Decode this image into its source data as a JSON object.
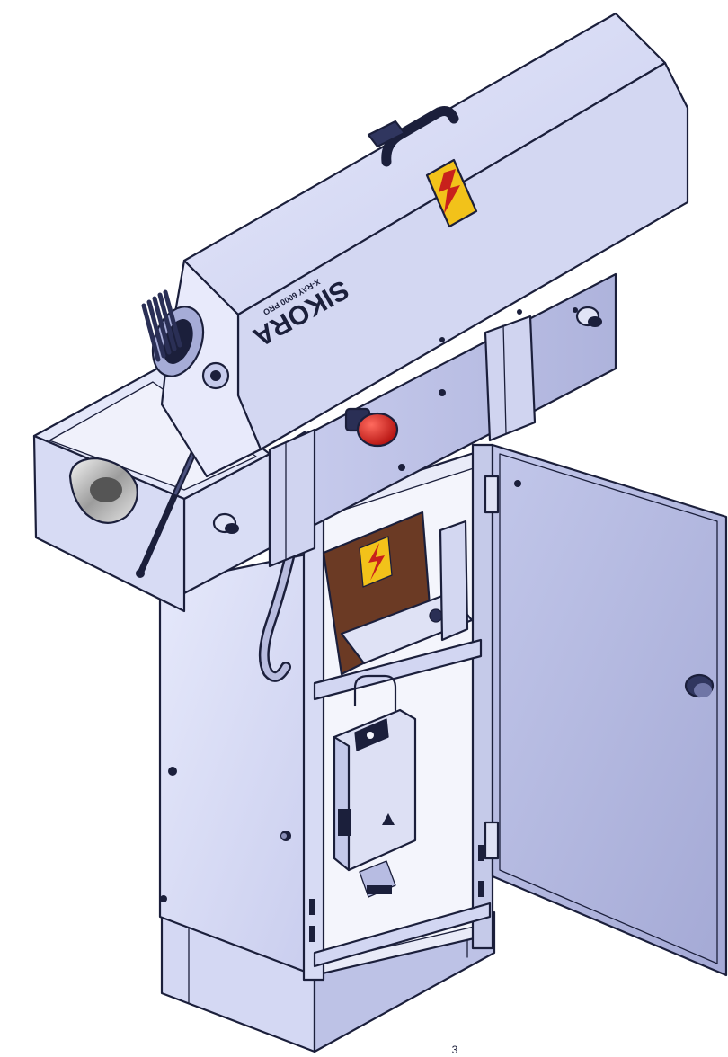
{
  "colors": {
    "body_light": "#dfe3f7",
    "body_mid": "#c6cbec",
    "body_dark": "#a9aed6",
    "outline": "#1b1f3b",
    "interior_brown": "#6b3a24",
    "warning_yellow": "#f2c21a",
    "warning_red": "#c8201c",
    "knob_red": "#d61f1f",
    "metal_silver": "#d9d9d9"
  },
  "brand": {
    "logo_text": "SIKORA",
    "model_text": "X-RAY 6000 PRO"
  },
  "page_marker": "3",
  "icons": [
    "high-voltage-warning-icon",
    "carry-handle-icon",
    "emergency-stop-knob-icon",
    "door-lock-knob-icon",
    "cable-gland-icon",
    "door-hinge-icon",
    "gas-spring-icon",
    "cable-guide-comb-icon"
  ]
}
